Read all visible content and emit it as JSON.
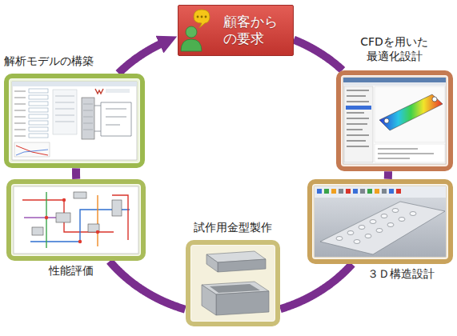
{
  "diagram": {
    "nodes": [
      {
        "text": [
          "顧客から の要求"
        ]
      },
      {
        "text": [
          "CFDを用いた 最適化設計"
        ]
      },
      {
        "text": [
          "３Ｄ構造設計"
        ]
      },
      {
        "text": [
          "試作用金型製作"
        ]
      },
      {
        "text": [
          "性能評価"
        ]
      },
      {
        "text": [
          "解析モデルの構築"
        ]
      }
    ],
    "edges": [
      {
        "from": 0,
        "to": 1,
        "arrow": "none"
      },
      {
        "from": 1,
        "to": 2,
        "arrow": "none"
      },
      {
        "from": 2,
        "to": 3,
        "arrow": "none"
      },
      {
        "from": 3,
        "to": 4,
        "arrow": "none"
      },
      {
        "from": 4,
        "to": 5,
        "arrow": "none"
      },
      {
        "from": 5,
        "to": 0,
        "arrow": "to"
      }
    ]
  }
}
